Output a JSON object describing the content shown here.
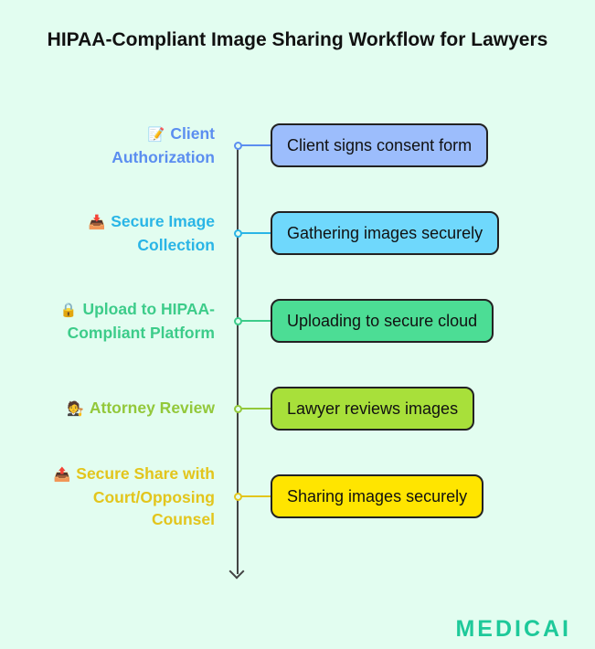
{
  "title": "HIPAA-Compliant Image Sharing Workflow for Lawyers",
  "steps": [
    {
      "label_lines": [
        "Client",
        "Authorization"
      ],
      "icon": "memo-icon",
      "emoji": "📝",
      "description": "Client signs consent form",
      "label_color": "#5b8ef0",
      "box_color": "#9cbdfc"
    },
    {
      "label_lines": [
        "Secure Image",
        "Collection"
      ],
      "icon": "inbox-tray-icon",
      "emoji": "📥",
      "description": "Gathering images securely",
      "label_color": "#2ab5e6",
      "box_color": "#6fd8fc"
    },
    {
      "label_lines": [
        "Upload to HIPAA-",
        "Compliant Platform"
      ],
      "icon": "lock-icon",
      "emoji": "🔒",
      "description": "Uploading to secure cloud",
      "label_color": "#3dcc8a",
      "box_color": "#4cdd95"
    },
    {
      "label_lines": [
        "Attorney Review",
        ""
      ],
      "icon": "judge-icon",
      "emoji": "🧑‍⚖️",
      "description": "Lawyer reviews images",
      "label_color": "#93c83a",
      "box_color": "#a8e03a"
    },
    {
      "label_lines": [
        "Secure Share with",
        "Court/Opposing",
        "Counsel"
      ],
      "icon": "outbox-tray-icon",
      "emoji": "📤",
      "description": "Sharing images securely",
      "label_color": "#e3c51c",
      "box_color": "#ffe500"
    }
  ],
  "logo": "MEDICAI"
}
